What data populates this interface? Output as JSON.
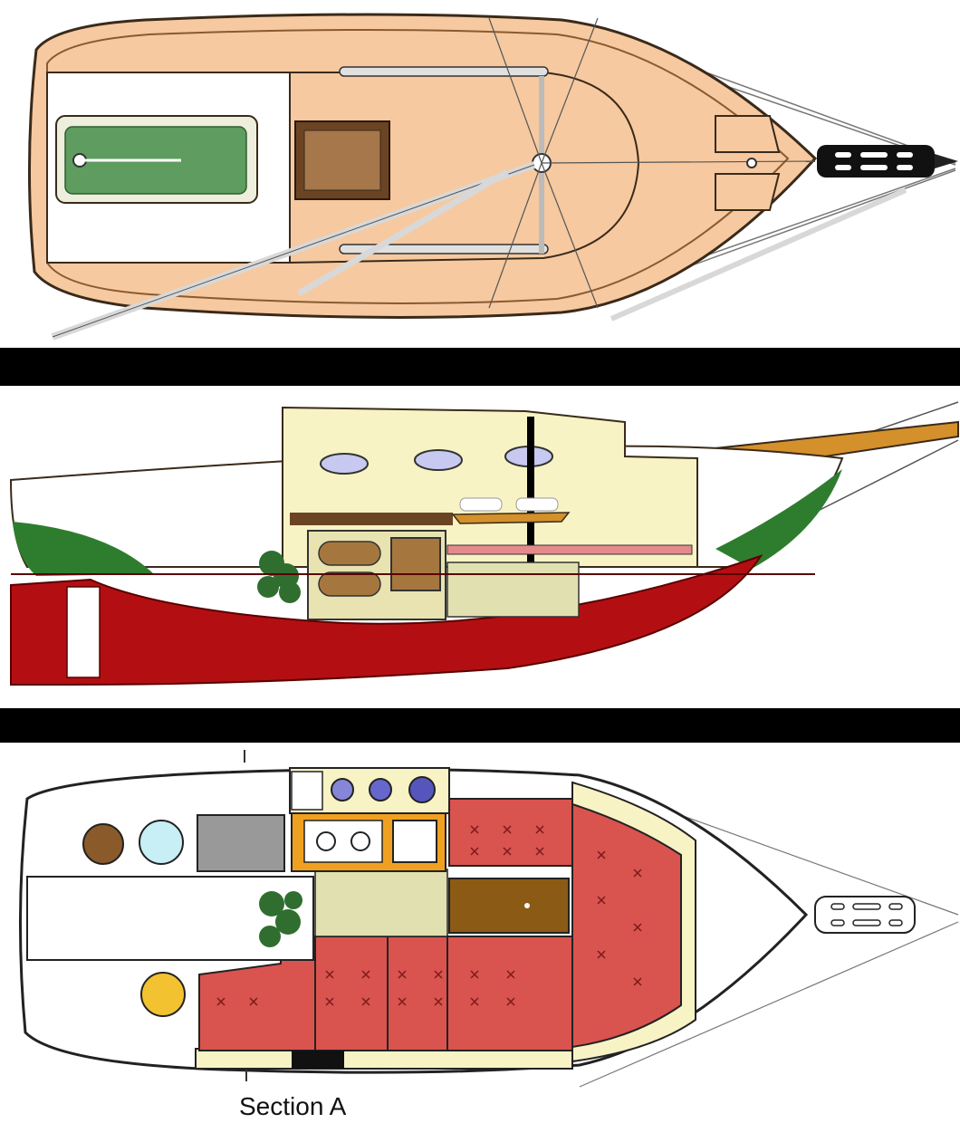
{
  "drawing": {
    "views": [
      "deck-plan",
      "inboard-profile",
      "accommodation-plan"
    ],
    "section_label": "Section A",
    "colors": {
      "deck": "#f6c9a0",
      "deck_outline": "#3a2a1a",
      "cockpit_seat": "#5f9c5f",
      "cabin_top": "#f7f3c5",
      "hull_topsides": "#ffffff",
      "boot_stripe": "#2e7d2e",
      "bottom_paint": "#b30f12",
      "cushion_red": "#d9534f",
      "table_brown": "#8b5a14",
      "bowsprit_wood": "#d4902b",
      "separator": "#000000"
    }
  }
}
